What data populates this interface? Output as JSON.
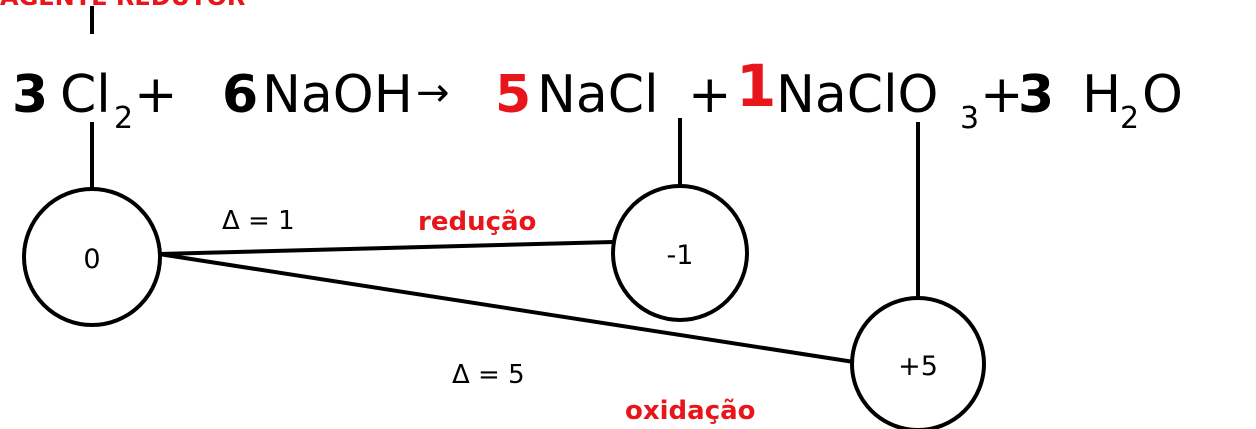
{
  "colors": {
    "highlight": "#e8161b",
    "ink": "#000000"
  },
  "top_banner": "AGENTE REDUTOR",
  "equation": {
    "cl2": {
      "coef": "3",
      "formula": "Cl",
      "sub": "2",
      "plus": "+"
    },
    "naoh": {
      "coef": "6",
      "formula": "NaOH"
    },
    "arrow": "→",
    "nacl": {
      "coef": "5",
      "formula": "NaCl",
      "plus": "+"
    },
    "naclo3": {
      "coef": "1",
      "formula_a": "NaClO",
      "sub": "3",
      "plus": "+"
    },
    "h2o": {
      "coef": "3",
      "formula_a": "H",
      "sub": "2",
      "formula_b": "O"
    }
  },
  "oxidation_states": {
    "cl2": "0",
    "nacl": "-1",
    "naclo3": "+5"
  },
  "transitions": {
    "reduction": {
      "delta": "Δ = 1",
      "label": "redução"
    },
    "oxidation": {
      "delta": "Δ = 5",
      "label": "oxidação"
    }
  }
}
